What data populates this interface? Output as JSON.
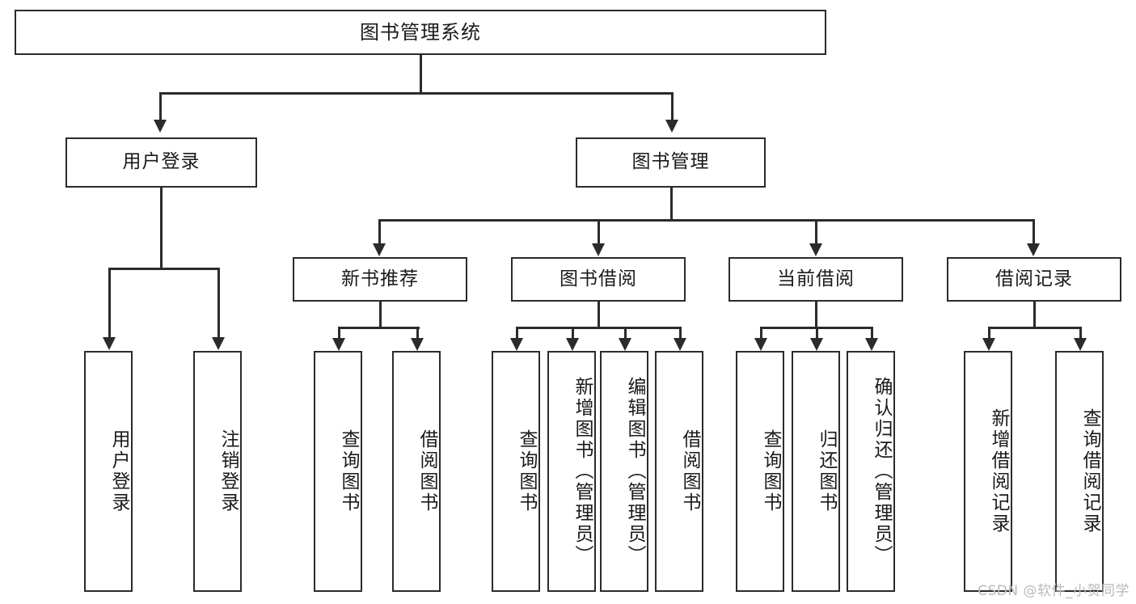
{
  "diagram": {
    "title": "图书管理系统",
    "type": "tree-hierarchy",
    "root": {
      "label": "图书管理系统"
    },
    "level2": [
      {
        "label": "用户登录"
      },
      {
        "label": "图书管理"
      }
    ],
    "level3": [
      {
        "label": "新书推荐"
      },
      {
        "label": "图书借阅"
      },
      {
        "label": "当前借阅"
      },
      {
        "label": "借阅记录"
      }
    ],
    "leaves": {
      "user_login": [
        {
          "label": "用户登录"
        },
        {
          "label": "注销登录"
        }
      ],
      "new_book_recommend": [
        {
          "label": "查询图书"
        },
        {
          "label": "借阅图书"
        }
      ],
      "book_borrow": [
        {
          "label": "查询图书"
        },
        {
          "label": "新增图书（管理员）"
        },
        {
          "label": "编辑图书（管理员）"
        },
        {
          "label": "借阅图书"
        }
      ],
      "current_borrow": [
        {
          "label": "查询图书"
        },
        {
          "label": "归还图书"
        },
        {
          "label": "确认归还（管理员）"
        }
      ],
      "borrow_record": [
        {
          "label": "新增借阅记录"
        },
        {
          "label": "查询借阅记录"
        }
      ]
    }
  },
  "watermark": "CSDN @软件_小贺同学",
  "colors": {
    "stroke": "#2b2b2b",
    "background": "#ffffff",
    "text": "#1a1a1a",
    "watermark": "#b9b9b9"
  }
}
